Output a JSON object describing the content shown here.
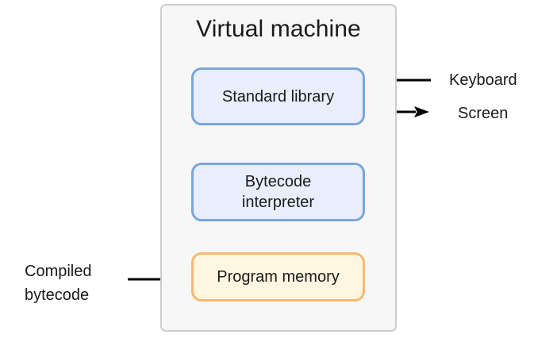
{
  "diagram": {
    "container": {
      "title": "Virtual machine",
      "fill": "#f7f7f7",
      "border": "#cccccc"
    },
    "nodes": [
      {
        "id": "standard-library",
        "label": "Standard library",
        "fill": "#e8eefb",
        "border": "#7aa6dc"
      },
      {
        "id": "bytecode-interpreter",
        "label": "Bytecode\ninterpreter",
        "fill": "#e8eefb",
        "border": "#7aa6dc"
      },
      {
        "id": "program-memory",
        "label": "Program memory",
        "fill": "#fdf6e0",
        "border": "#f9b870"
      }
    ],
    "external_labels": [
      {
        "id": "keyboard",
        "label": "Keyboard"
      },
      {
        "id": "screen",
        "label": "Screen"
      },
      {
        "id": "compiled-bytecode",
        "label": "Compiled\nbytecode"
      }
    ],
    "arrows": [
      {
        "id": "interpreter-to-standard-library",
        "direction": "up",
        "color": "#000000"
      },
      {
        "id": "program-memory-to-interpreter",
        "direction": "up",
        "color": "#000000"
      },
      {
        "id": "keyboard-to-standard-library",
        "direction": "left",
        "color": "#000000"
      },
      {
        "id": "standard-library-to-screen",
        "direction": "right",
        "color": "#000000"
      },
      {
        "id": "compiled-bytecode-to-program-memory",
        "direction": "right",
        "color": "#000000"
      }
    ]
  }
}
